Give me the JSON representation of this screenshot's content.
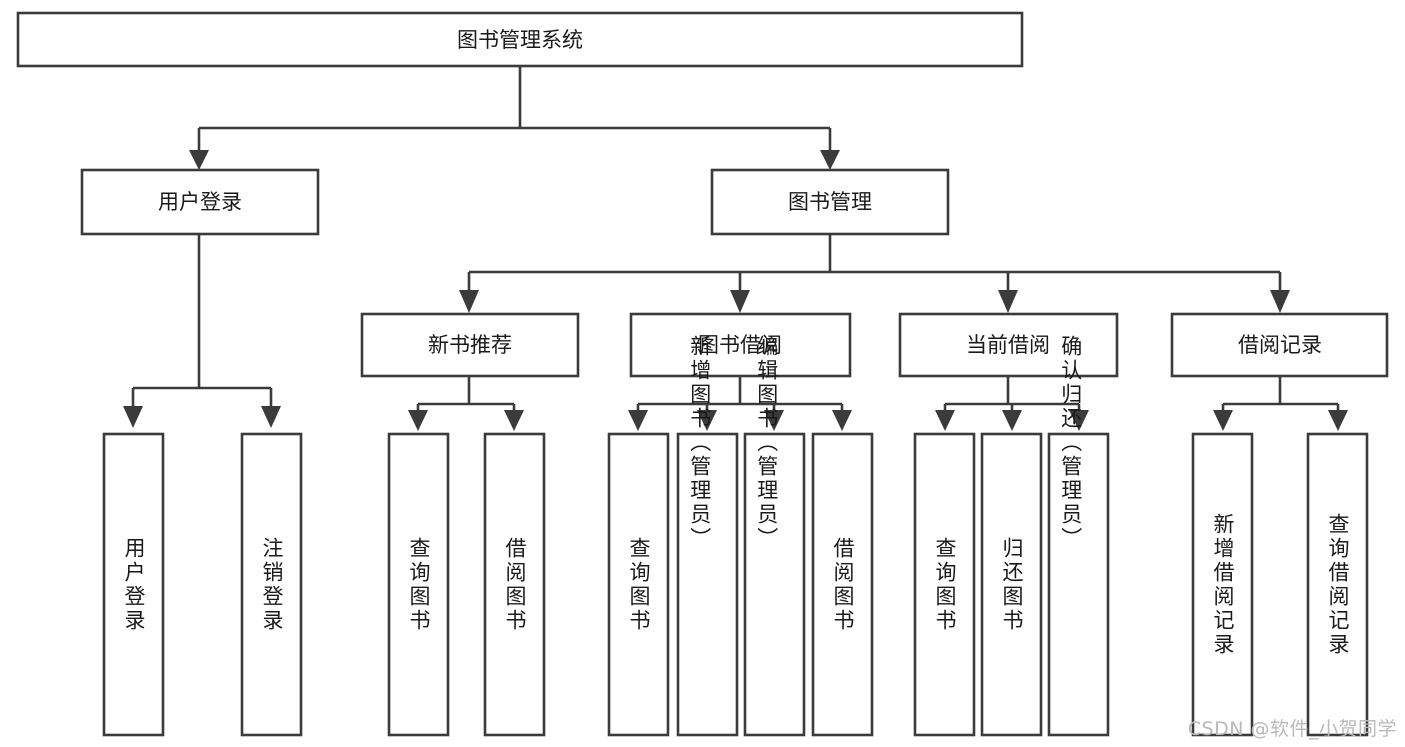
{
  "diagram": {
    "type": "tree",
    "title": "图书管理系统",
    "watermark": "CSDN @软件_小贺同学",
    "colors": {
      "stroke": "#3b3b3b",
      "fill": "#ffffff",
      "text": "#1a1a1a",
      "watermark": "#b9b9b9"
    },
    "levels": {
      "root": {
        "label": "图书管理系统"
      },
      "level2": [
        {
          "label": "用户登录"
        },
        {
          "label": "图书管理"
        }
      ],
      "level3": [
        {
          "label": "新书推荐"
        },
        {
          "label": "图书借阅"
        },
        {
          "label": "当前借阅"
        },
        {
          "label": "借阅记录"
        }
      ],
      "leaves": {
        "user_login": [
          "用户登录",
          "注销登录"
        ],
        "new_book": [
          "查询图书",
          "借阅图书"
        ],
        "book_borrow": [
          "查询图书",
          "新增图书（管理员）",
          "编辑图书（管理员）",
          "借阅图书"
        ],
        "current_borrow": [
          "查询图书",
          "归还图书",
          "确认归还（管理员）"
        ],
        "borrow_record": [
          "新增借阅记录",
          "查询借阅记录"
        ]
      }
    }
  }
}
